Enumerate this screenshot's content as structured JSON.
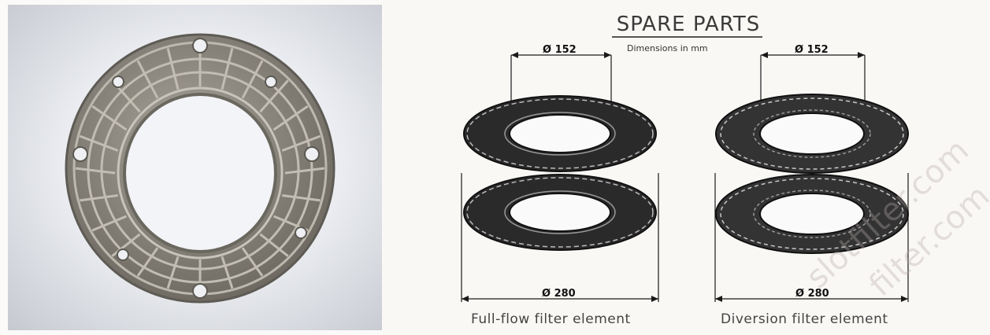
{
  "header": {
    "title": "SPARE PARTS",
    "subtitle": "Dimensions in mm"
  },
  "products": [
    {
      "caption": "Full-flow filter element",
      "inner_diameter": "Ø 152",
      "outer_diameter": "Ø 280"
    },
    {
      "caption": "Diversion filter element",
      "inner_diameter": "Ø 152",
      "outer_diameter": "Ø 280"
    }
  ],
  "watermark": {
    "text_1": "slotfilter.com",
    "text_2": "filter.com"
  },
  "colors": {
    "photo_metal": "#8f8b82",
    "drawing_ink": "#1a1a1a",
    "title": "#3a3a3a"
  }
}
